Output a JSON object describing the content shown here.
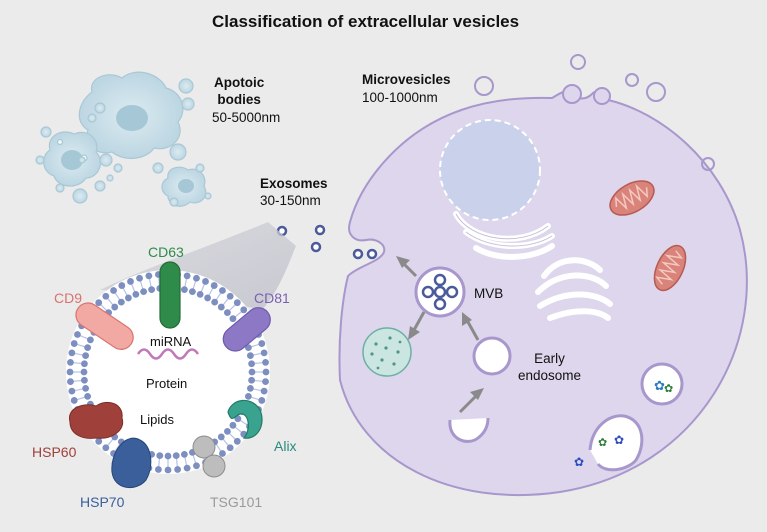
{
  "title": "Classification of extracellular vesicles",
  "vesicle_types": {
    "apoptotic": {
      "name": "Apotoic\nbodies",
      "name_line1": "Apotoic",
      "name_line2": "bodies",
      "size": "50-5000nm"
    },
    "microvesicles": {
      "name": "Microvesicles",
      "size": "100-1000nm"
    },
    "exosomes": {
      "name": "Exosomes",
      "size": "30-150nm"
    }
  },
  "exosome_content": {
    "mirna": "miRNA",
    "protein": "Protein",
    "lipids": "Lipids"
  },
  "proteins": {
    "cd63": {
      "label": "CD63",
      "color": "#2e8b4a"
    },
    "cd9": {
      "label": "CD9",
      "color": "#d9736e"
    },
    "cd81": {
      "label": "CD81",
      "color": "#7b5fb0"
    },
    "hsp60": {
      "label": "HSP60",
      "color": "#a0403a"
    },
    "hsp70": {
      "label": "HSP70",
      "color": "#3a5f9a"
    },
    "tsg101": {
      "label": "TSG101",
      "color": "#9a9a9a"
    },
    "alix": {
      "label": "Alix",
      "color": "#2a8a7e"
    }
  },
  "cell_labels": {
    "mvb": "MVB",
    "early_endosome_line1": "Early",
    "early_endosome_line2": "endosome"
  },
  "colors": {
    "background": "#ebebeb",
    "cell_fill": "#ddd6ec",
    "cell_stroke": "#a897cc",
    "lipid_head": "#7d8ec0",
    "apoptotic_fill": "#c6dde7"
  }
}
